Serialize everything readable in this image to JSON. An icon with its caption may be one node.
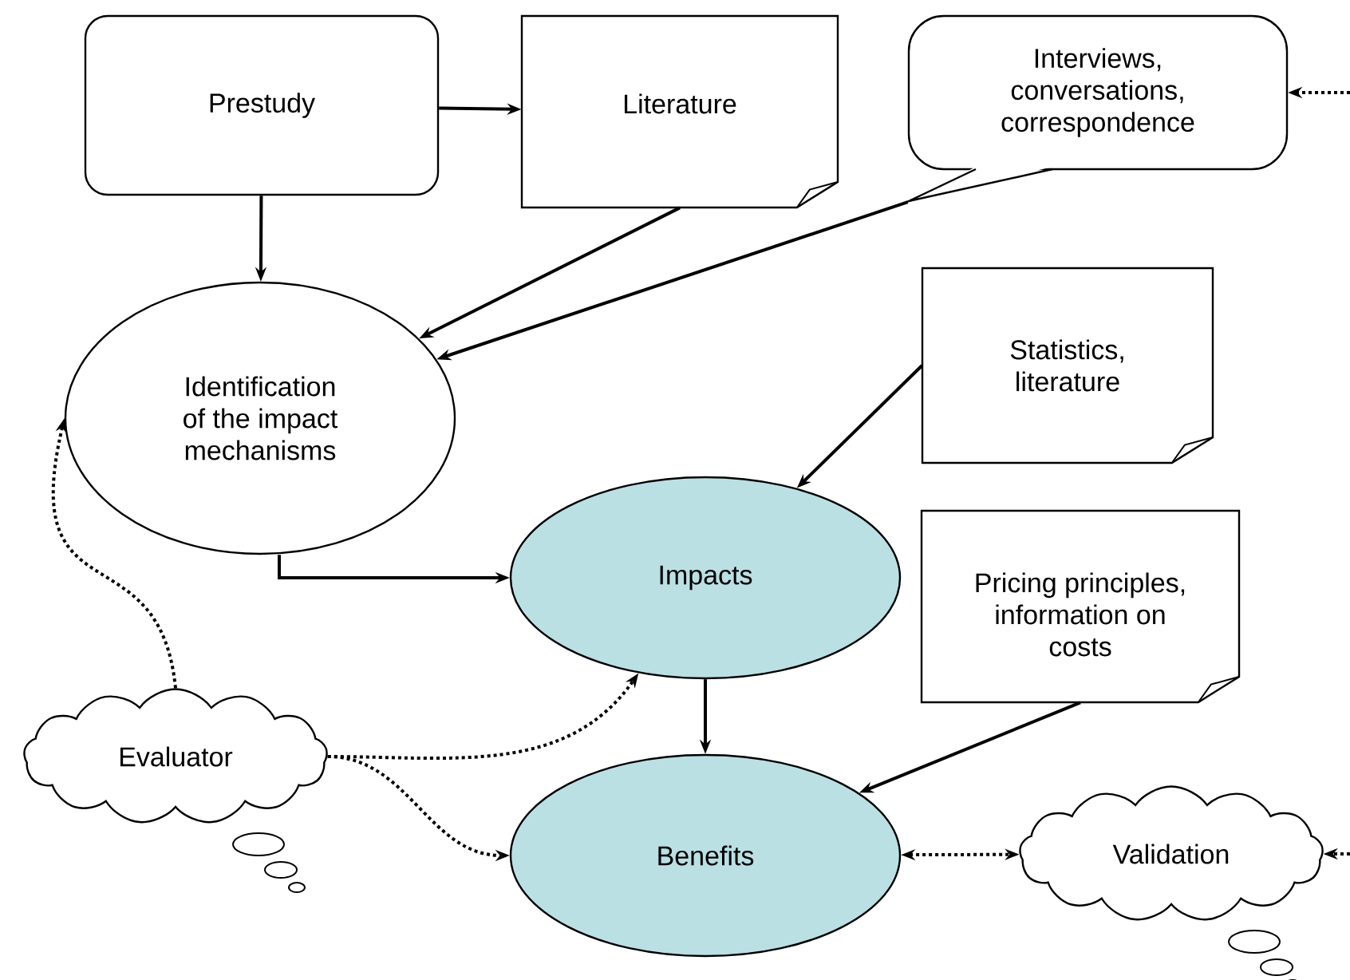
{
  "diagram": {
    "nodes": [
      {
        "text": [
          "Prestudy"
        ]
      },
      {
        "text": [
          "Literature"
        ]
      },
      {
        "text": [
          "Interviews, conversations, correspondence"
        ]
      },
      {
        "text": [
          "Identification of the impact mechanisms"
        ]
      },
      {
        "text": [
          "Statistics, literature"
        ]
      },
      {
        "text": [
          "Impacts"
        ]
      },
      {
        "text": [
          "Pricing principles, information on costs"
        ]
      },
      {
        "text": [
          "Evaluator"
        ]
      },
      {
        "text": [
          "Benefits"
        ]
      },
      {
        "text": [
          "Validation"
        ]
      }
    ],
    "edges": [
      {
        "from": 0,
        "to": 1,
        "arrow": "to"
      },
      {
        "from": 0,
        "to": 3,
        "arrow": "to"
      },
      {
        "from": 1,
        "to": 3,
        "arrow": "to"
      },
      {
        "from": 2,
        "to": 3,
        "arrow": "to"
      },
      {
        "from": 4,
        "to": 5,
        "arrow": "to"
      },
      {
        "from": 3,
        "to": 5,
        "arrow": "to"
      },
      {
        "from": 5,
        "to": 8,
        "arrow": "to"
      },
      {
        "from": 6,
        "to": 8,
        "arrow": "to"
      },
      {
        "from": 7,
        "to": 3,
        "arrow": "to",
        "style": "dashed"
      },
      {
        "from": 7,
        "to": 5,
        "arrow": "to",
        "style": "dashed"
      },
      {
        "from": 7,
        "to": 8,
        "arrow": "to",
        "style": "dashed"
      },
      {
        "from": 8,
        "to": 9,
        "arrow": "both",
        "style": "dashed"
      },
      {
        "from": null,
        "to": 2,
        "arrow": "to",
        "style": "dashed"
      },
      {
        "from": null,
        "to": 9,
        "arrow": "to",
        "style": "dashed"
      }
    ]
  }
}
